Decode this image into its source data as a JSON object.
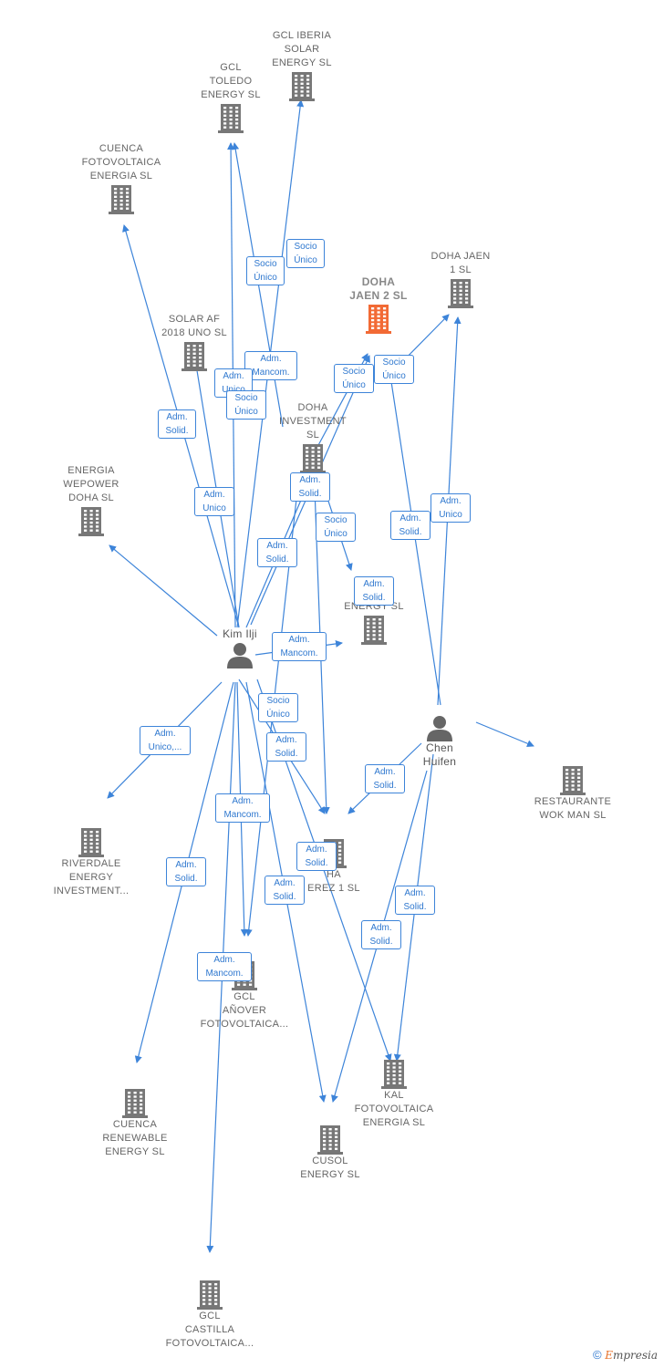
{
  "colors": {
    "edge": "#3d84d9",
    "building": "#777777",
    "highlight": "#f26a35",
    "person": "#666666"
  },
  "nodes": [
    {
      "id": "gcl_iberia",
      "label": "GCL IBERIA\nSOLAR\nENERGY  SL",
      "icon": "building-icon"
    },
    {
      "id": "gcl_toledo",
      "label": "GCL\nTOLEDO\nENERGY  SL",
      "icon": "building-icon"
    },
    {
      "id": "cuenca_foto",
      "label": "CUENCA\nFOTOVOLTAICA\nENERGIA  SL",
      "icon": "building-icon"
    },
    {
      "id": "doha_jaen2",
      "label": "DOHA\nJAEN 2  SL",
      "icon": "building-icon",
      "highlight": true
    },
    {
      "id": "doha_jaen1",
      "label": "DOHA JAEN\n1  SL",
      "icon": "building-icon"
    },
    {
      "id": "solar_af",
      "label": "SOLAR AF\n2018 UNO  SL",
      "icon": "building-icon"
    },
    {
      "id": "doha_inv",
      "label": "DOHA\nINVESTMENT\nSL",
      "icon": "building-icon"
    },
    {
      "id": "energia_wepower",
      "label": "ENERGIA\nWEPOWER\nDOHA  SL",
      "icon": "building-icon"
    },
    {
      "id": "bellvis",
      "label": "BE        N\nENERGY SL",
      "icon": "building-icon"
    },
    {
      "id": "restaurante",
      "label": "RESTAURANTE\nWOK MAN SL",
      "icon": "building-icon"
    },
    {
      "id": "riverdale",
      "label": "RIVERDALE\nENERGY\nINVESTMENT...",
      "icon": "building-icon"
    },
    {
      "id": "doha_jerez",
      "label": "     HA\n   EREZ 1  SL",
      "icon": "building-icon"
    },
    {
      "id": "gcl_anover",
      "label": "GCL\nAÑOVER\nFOTOVOLTAICA...",
      "icon": "building-icon"
    },
    {
      "id": "cuenca_renew",
      "label": "CUENCA\nRENEWABLE\nENERGY  SL",
      "icon": "building-icon"
    },
    {
      "id": "kal",
      "label": "KAL\nFOTOVOLTAICA\nENERGIA  SL",
      "icon": "building-icon"
    },
    {
      "id": "cusol",
      "label": "CUSOL\nENERGY  SL",
      "icon": "building-icon"
    },
    {
      "id": "gcl_castilla",
      "label": "GCL\nCASTILLA\nFOTOVOLTAICA...",
      "icon": "building-icon"
    }
  ],
  "persons": [
    {
      "id": "kim",
      "label": "Kim Ilji",
      "icon": "person-icon"
    },
    {
      "id": "chen",
      "label": "Chen\nHuifen",
      "icon": "person-icon"
    }
  ],
  "edges": [
    {
      "from": "kim",
      "to": "gcl_iberia"
    },
    {
      "from": "kim",
      "to": "gcl_toledo"
    },
    {
      "from": "doha_inv",
      "to": "gcl_toledo"
    },
    {
      "from": "kim",
      "to": "cuenca_foto"
    },
    {
      "from": "kim",
      "to": "solar_af"
    },
    {
      "from": "kim",
      "to": "energia_wepower"
    },
    {
      "from": "kim",
      "to": "doha_inv"
    },
    {
      "from": "kim",
      "to": "doha_jaen2"
    },
    {
      "from": "doha_inv",
      "to": "doha_jaen2"
    },
    {
      "from": "doha_inv",
      "to": "doha_jaen1"
    },
    {
      "from": "chen",
      "to": "doha_jaen1"
    },
    {
      "from": "chen",
      "to": "doha_inv"
    },
    {
      "from": "doha_inv",
      "to": "bellvis"
    },
    {
      "from": "kim",
      "to": "bellvis"
    },
    {
      "from": "chen",
      "to": "restaurante"
    },
    {
      "from": "kim",
      "to": "riverdale"
    },
    {
      "from": "kim",
      "to": "doha_jerez"
    },
    {
      "from": "doha_inv",
      "to": "doha_jerez"
    },
    {
      "from": "chen",
      "to": "doha_jerez"
    },
    {
      "from": "kim",
      "to": "gcl_anover"
    },
    {
      "from": "doha_inv",
      "to": "gcl_anover"
    },
    {
      "from": "kim",
      "to": "cuenca_renew"
    },
    {
      "from": "kim",
      "to": "kal"
    },
    {
      "from": "chen",
      "to": "kal"
    },
    {
      "from": "kim",
      "to": "cusol"
    },
    {
      "from": "chen",
      "to": "cusol"
    },
    {
      "from": "kim",
      "to": "gcl_castilla"
    }
  ],
  "edge_labels": [
    "Socio\nÚnico",
    "Socio\nÚnico",
    "Adm.\nMancom.",
    "Adm.\nUnico",
    "Socio\nÚnico",
    "Adm.\nSolid.",
    "Adm.\nUnico",
    "Adm.\nSolid.",
    "Adm.\nSolid.",
    "Socio\nÚnico",
    "Socio\nÚnico",
    "Adm.\nSolid.",
    "Adm.\nUnico",
    "Adm.\nSolid.",
    "Adm.\nMancom.",
    "Adm.\nUnico,...",
    "Socio\nÚnico",
    "Adm.\nSolid.",
    "Adm.\nSolid.",
    "Adm.\nMancom.",
    "Adm.\nSolid.",
    "Adm.\nSolid.",
    "Adm.\nSolid.",
    "Adm.\nSolid.",
    "Adm.\nSolid.",
    "Adm.\nMancom.",
    "Socio\nÚnico"
  ],
  "footer": {
    "copyright": "©",
    "brand_first": "E",
    "brand_rest": "mpresia"
  }
}
